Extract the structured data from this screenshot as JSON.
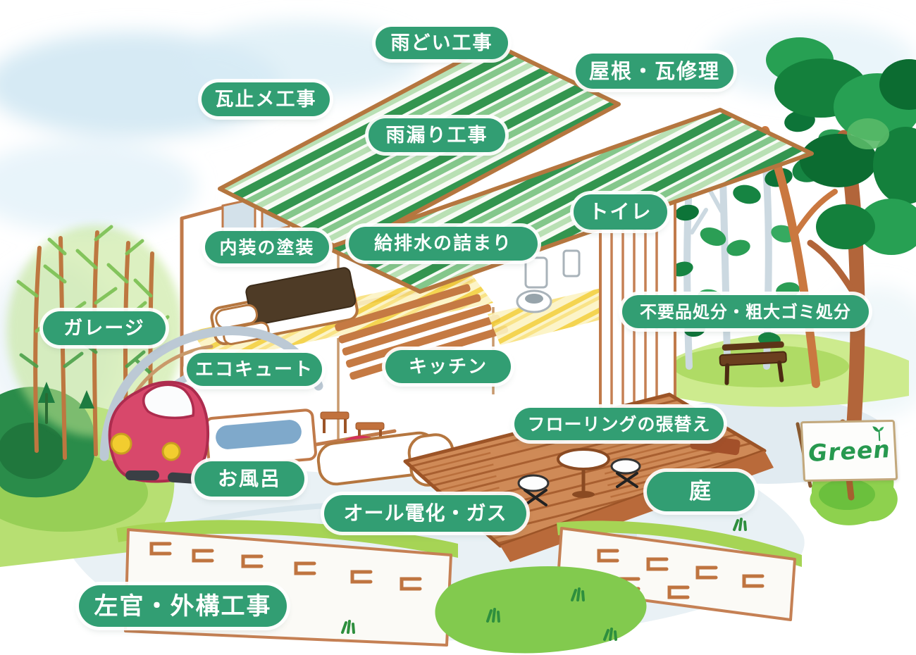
{
  "meta": {
    "description": "Watercolor illustration of a cutaway house with home-renovation service labels"
  },
  "colors": {
    "badge_green": "#329e73",
    "roof_green": "#33954f",
    "accent_brown": "#c07a4a",
    "sign_text_green": "#27994f"
  },
  "sign": {
    "text": "Green"
  },
  "labels": [
    {
      "id": "rain-gutter-work",
      "text": "雨どい工事"
    },
    {
      "id": "roof-tile-repair",
      "text": "屋根・瓦修理"
    },
    {
      "id": "tile-fastening-work",
      "text": "瓦止メ工事"
    },
    {
      "id": "rain-leak-repair",
      "text": "雨漏り工事"
    },
    {
      "id": "toilet",
      "text": "トイレ"
    },
    {
      "id": "interior-painting",
      "text": "内装の塗装"
    },
    {
      "id": "plumbing-clogs",
      "text": "給排水の詰まり"
    },
    {
      "id": "junk-and-bulky-waste-disposal",
      "text": "不要品処分・粗大ゴミ処分"
    },
    {
      "id": "garage",
      "text": "ガレージ"
    },
    {
      "id": "ecocute",
      "text": "エコキュート"
    },
    {
      "id": "kitchen",
      "text": "キッチン"
    },
    {
      "id": "flooring-replacement",
      "text": "フローリングの張替え"
    },
    {
      "id": "bath",
      "text": "お風呂"
    },
    {
      "id": "all-electric-and-gas",
      "text": "オール電化・ガス"
    },
    {
      "id": "garden",
      "text": "庭"
    },
    {
      "id": "plastering-exterior-work",
      "text": "左官・外構工事"
    }
  ]
}
